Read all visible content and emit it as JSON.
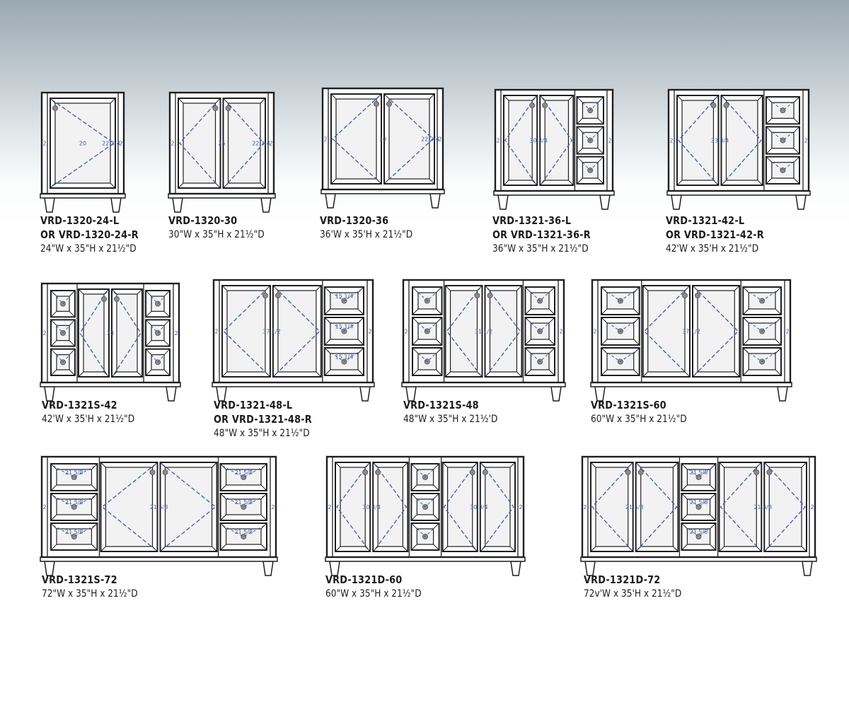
{
  "units": [
    {
      "name": "vrd-1320-24",
      "lines": [
        "VRD-1320-24-L",
        "OR  VRD-1320-24-R"
      ],
      "dims": "24\"W x 35\"H x 21½\"D",
      "sections": [
        {
          "type": "door",
          "count": 1,
          "label": "20",
          "hinge": "right"
        }
      ],
      "side_label": "2",
      "side_label_inner": "22 3/4"
    },
    {
      "name": "vrd-1320-30",
      "lines": [
        "VRD-1320-30"
      ],
      "dims": "30\"W x 35\"H x 21½\"D",
      "sections": [
        {
          "type": "door",
          "count": 2,
          "label": "25"
        }
      ],
      "side_label": "2",
      "side_label_inner": "22 3/4"
    },
    {
      "name": "vrd-1320-36",
      "lines": [
        "VRD-1320-36"
      ],
      "dims": "36'W x 35'H x 21½\"D",
      "sections": [
        {
          "type": "door",
          "count": 2,
          "label": "30"
        }
      ],
      "side_label": "2",
      "side_label_inner": "22 3/4"
    },
    {
      "name": "vrd-1321-36",
      "lines": [
        "VRD-1321-36-L",
        "OR  VRD-1321-36-R"
      ],
      "dims": "36\"W x 35\"H x 21½\"D",
      "sections": [
        {
          "type": "door",
          "count": 2,
          "label": "30 3/4"
        },
        {
          "type": "drawer",
          "count": 3
        }
      ],
      "side_label": "2"
    },
    {
      "name": "vrd-1321-42",
      "lines": [
        "VRD-1321-42-L",
        "OR  VRD-1321-42-R"
      ],
      "dims": "42'W x 35'H x 21½\"D",
      "sections": [
        {
          "type": "door",
          "count": 2,
          "label": "33 3/4"
        },
        {
          "type": "drawer",
          "count": 3
        }
      ],
      "side_label": "2"
    },
    {
      "name": "vrd-1321s-42",
      "lines": [
        "VRD-1321S-42"
      ],
      "dims": "42'W x 35'H x 21½\"D",
      "sections": [
        {
          "type": "drawer",
          "count": 3
        },
        {
          "type": "door",
          "count": 2,
          "label": "20"
        },
        {
          "type": "drawer",
          "count": 3
        }
      ],
      "side_label": "2"
    },
    {
      "name": "vrd-1321-48",
      "lines": [
        "VRD-1321-48-L",
        "OR  VRD-1321-48-R"
      ],
      "dims": "48\"W x 35\"H x 21½\"D",
      "sections": [
        {
          "type": "door",
          "count": 2,
          "label": "37 1/2"
        },
        {
          "type": "drawer",
          "count": 3,
          "label": "15 1/4"
        }
      ],
      "side_label": "2"
    },
    {
      "name": "vrd-1321s-48",
      "lines": [
        "VRD-1321S-48"
      ],
      "dims": "48\"W x 35\"H x 21½'D",
      "sections": [
        {
          "type": "drawer",
          "count": 3
        },
        {
          "type": "door",
          "count": 2,
          "label": "31 1/2"
        },
        {
          "type": "drawer",
          "count": 3
        }
      ],
      "side_label": "2"
    },
    {
      "name": "vrd-1321s-60",
      "lines": [
        "VRD-1321S-60"
      ],
      "dims": "60\"W x 35\"H x 21½\"D",
      "sections": [
        {
          "type": "drawer",
          "count": 3
        },
        {
          "type": "door",
          "count": 2,
          "label": "37 1/2"
        },
        {
          "type": "drawer",
          "count": 3
        }
      ],
      "side_label": "2"
    },
    {
      "name": "vrd-1321s-72",
      "lines": [
        "VRD-1321S-72"
      ],
      "dims": "72\"W x 35\"H x 21½\"D",
      "sections": [
        {
          "type": "drawer",
          "count": 3,
          "label": "21 5/8"
        },
        {
          "type": "door",
          "count": 2,
          "label": "21 5/8"
        },
        {
          "type": "drawer",
          "count": 3,
          "label": "21 5/8"
        }
      ],
      "side_label": "2"
    },
    {
      "name": "vrd-1321d-60",
      "lines": [
        "VRD-1321D-60"
      ],
      "dims": "60\"W x 35\"H x 21½\"D",
      "sections": [
        {
          "type": "door",
          "count": 2,
          "label": "30 3/4"
        },
        {
          "type": "drawer",
          "count": 3
        },
        {
          "type": "door",
          "count": 2,
          "label": "30 3/4"
        }
      ],
      "side_label": "2"
    },
    {
      "name": "vrd-1321d-72",
      "lines": [
        "VRD-1321D-72"
      ],
      "dims": "72v'W x 35'H x 21½\"D",
      "sections": [
        {
          "type": "door",
          "count": 2,
          "label": "21 5/8"
        },
        {
          "type": "drawer",
          "count": 3,
          "label": "21 5/8"
        },
        {
          "type": "door",
          "count": 2,
          "label": "21 5/8"
        }
      ],
      "side_label": "2"
    }
  ],
  "colors": {
    "frame": "#1f1f1f",
    "dashed": "#3b5bb0",
    "panel_shade": "#f2f2f2",
    "knob": "#8a8a8a"
  }
}
